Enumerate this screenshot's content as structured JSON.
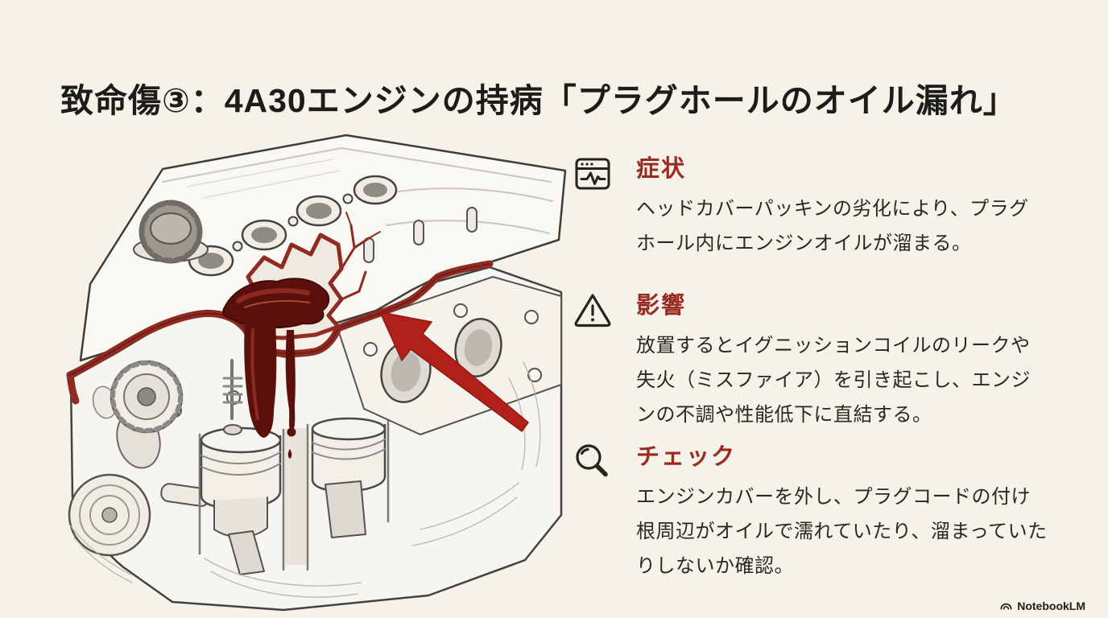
{
  "page": {
    "background_color": "#f5f2ea",
    "title": "致命傷③：4A30エンジンの持病「プラグホールのオイル漏れ」",
    "title_color": "#1d1c19"
  },
  "colors": {
    "heading_red": "#9b2a22",
    "body_text": "#2a2822",
    "gasket_red": "#8f2b22",
    "oil_dark_red": "#5c100c",
    "arrow_red": "#b2201a",
    "sketch_line": "#45433e"
  },
  "sections": [
    {
      "icon": "pulse-window-icon",
      "heading": "症状",
      "body": "ヘッドカバーパッキンの劣化により、プラグ\nホール内にエンジンオイルが溜まる。"
    },
    {
      "icon": "warning-triangle-icon",
      "heading": "影響",
      "body": "放置するとイグニッションコイルのリークや\n失火（ミスファイア）を引き起こし、エンジ\nンの不調や性能低下に直結する。"
    },
    {
      "icon": "magnifier-icon",
      "heading": "チェック",
      "body": "エンジンカバーを外し、プラグコードの付け\n根周辺がオイルで濡れていたり、溜まっていた\nりしないか確認。"
    }
  ],
  "footer": {
    "brand": "NotebookLM"
  }
}
